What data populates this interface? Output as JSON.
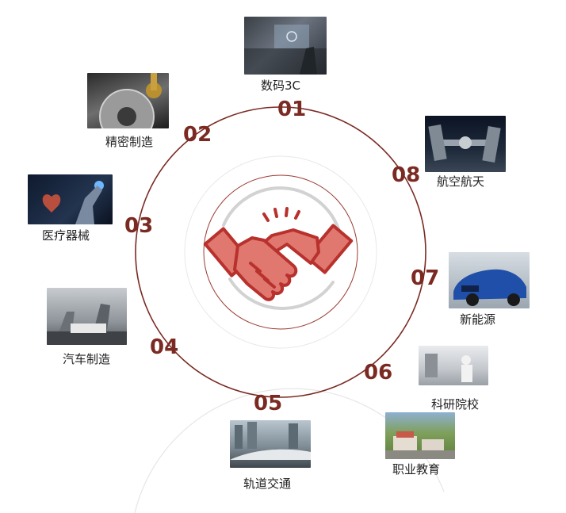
{
  "center_icon": "handshake-icon",
  "colors": {
    "ring": "#7a2a22",
    "number": "#7a2a22",
    "icon_fill": "#e07870",
    "icon_stroke": "#b8312d",
    "light_ring": "#d9d9d9",
    "label": "#222222"
  },
  "sectors": [
    {
      "number": "01",
      "label": "数码3C",
      "image": "hand-touching-holographic-screen"
    },
    {
      "number": "02",
      "label": "精密制造",
      "image": "precision-gears-closeup"
    },
    {
      "number": "03",
      "label": "医疗器械",
      "image": "robot-hand-touching-heart-display"
    },
    {
      "number": "04",
      "label": "汽车制造",
      "image": "car-assembly-robots"
    },
    {
      "number": "05",
      "label": "轨道交通",
      "image": "high-speed-train-city"
    },
    {
      "number": "06",
      "label": "科研院校",
      "image": "research-lab"
    },
    {
      "number": "07",
      "label": "新能源",
      "image": "blue-electric-car"
    },
    {
      "number": "08",
      "label": "航空航天",
      "image": "space-station"
    },
    {
      "number": "",
      "label": "职业教育",
      "image": "vocational-school-campus"
    }
  ]
}
